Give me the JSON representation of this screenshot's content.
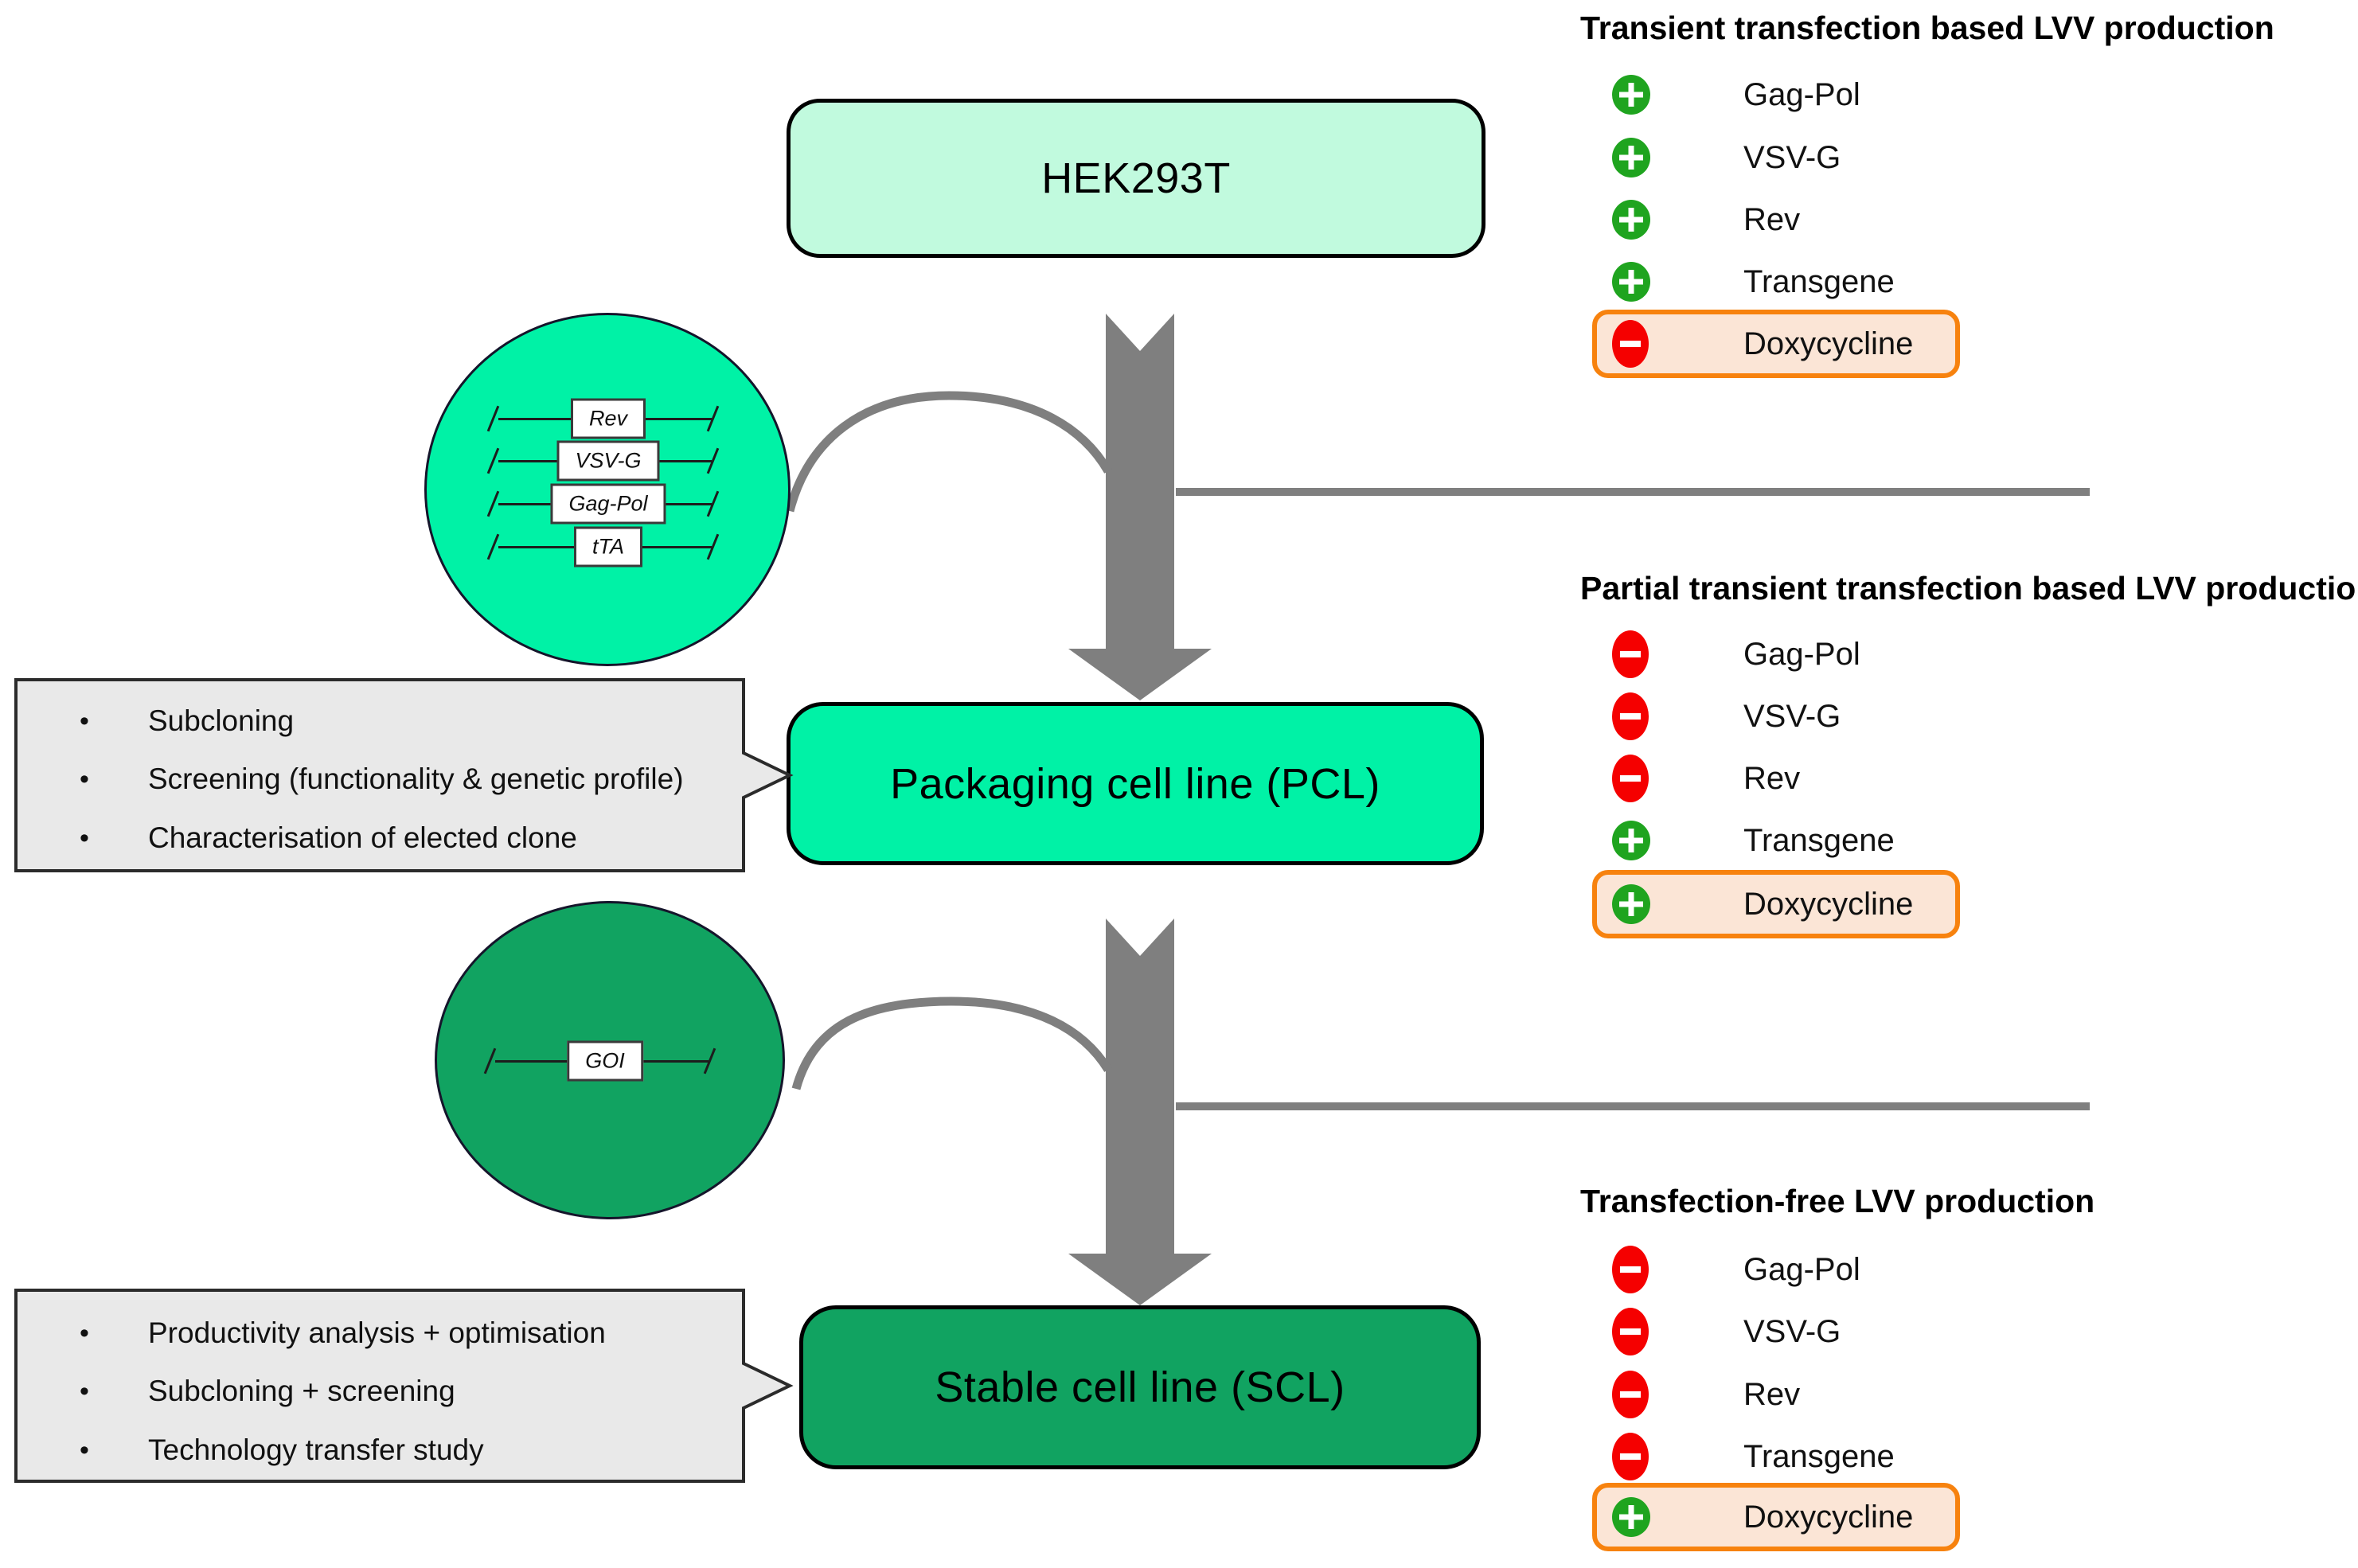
{
  "palette": {
    "mint": "#C1FADE",
    "bright-green": "#00F2A6",
    "deep-green": "#11A361",
    "gray": "#7F7F7F",
    "callout-fill": "#E9E9E9",
    "callout-border": "#2B2B2B",
    "orange": "#F7820E",
    "peach": "#FBE5D6",
    "red": "#F50000",
    "green": "#1FA41F"
  },
  "nodes": {
    "hek": "HEK293T",
    "pcl": "Packaging cell line (PCL)",
    "scl": "Stable cell line (SCL)"
  },
  "circle1": {
    "genes": [
      "Rev",
      "VSV-G",
      "Gag-Pol",
      "tTA"
    ]
  },
  "circle2": {
    "genes": [
      "GOI"
    ]
  },
  "callout1": {
    "bullet": "•",
    "items": [
      "Subcloning",
      "Screening (functionality & genetic profile)",
      "Characterisation of elected clone"
    ]
  },
  "callout2": {
    "bullet": "•",
    "items": [
      "Productivity analysis + optimisation",
      "Subcloning + screening",
      "Technology transfer study"
    ]
  },
  "legend1": {
    "title": "Transient transfection based LVV production",
    "rows": [
      {
        "sign": "plus",
        "label": "Gag-Pol"
      },
      {
        "sign": "plus",
        "label": "VSV-G"
      },
      {
        "sign": "plus",
        "label": "Rev"
      },
      {
        "sign": "plus",
        "label": "Transgene"
      },
      {
        "sign": "minus",
        "label": "Doxycycline",
        "boxed": true
      }
    ]
  },
  "legend2": {
    "title": "Partial transient transfection based LVV production",
    "rows": [
      {
        "sign": "minus",
        "label": "Gag-Pol"
      },
      {
        "sign": "minus",
        "label": "VSV-G"
      },
      {
        "sign": "minus",
        "label": "Rev"
      },
      {
        "sign": "plus",
        "label": "Transgene"
      },
      {
        "sign": "plus",
        "label": "Doxycycline",
        "boxed": true
      }
    ]
  },
  "legend3": {
    "title": "Transfection-free LVV production",
    "rows": [
      {
        "sign": "minus",
        "label": "Gag-Pol"
      },
      {
        "sign": "minus",
        "label": "VSV-G"
      },
      {
        "sign": "minus",
        "label": "Rev"
      },
      {
        "sign": "minus",
        "label": "Transgene"
      },
      {
        "sign": "plus",
        "label": "Doxycycline",
        "boxed": true
      }
    ]
  }
}
